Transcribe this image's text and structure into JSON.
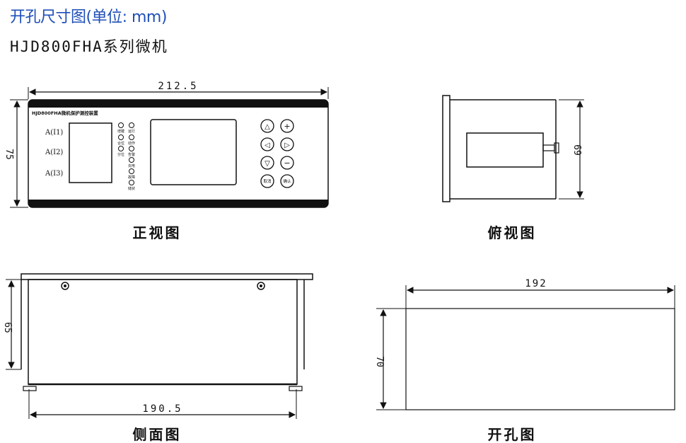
{
  "header": {
    "title": "开孔尺寸图(单位: mm)",
    "subtitle": "HJD800FHA系列微机"
  },
  "front_view": {
    "caption": "正视图",
    "width_dim": "212.5",
    "height_dim": "75",
    "device_label": "HJD800FHA微机保护测控装置",
    "meters": [
      "A(I1)",
      "A(I2)",
      "A(I3)"
    ],
    "indicators_left": [
      "增键",
      "合位",
      "分位"
    ],
    "indicators_right": [
      "运行",
      "动作",
      "告警",
      "充电",
      "故障",
      "储状"
    ],
    "keys_row1": [
      "△",
      "+"
    ],
    "keys_row2": [
      "◁",
      "▷"
    ],
    "keys_row3": [
      "▽",
      "−"
    ],
    "keys_row4": [
      "取消",
      "确认"
    ]
  },
  "top_view": {
    "caption": "俯视图",
    "depth_dim": "69"
  },
  "side_view": {
    "caption": "侧面图",
    "width_dim": "190.5",
    "height_dim": "65"
  },
  "cutout_view": {
    "caption": "开孔图",
    "width_dim": "192",
    "height_dim": "70"
  },
  "colors": {
    "title": "#1f4fb8",
    "line": "#111111"
  }
}
